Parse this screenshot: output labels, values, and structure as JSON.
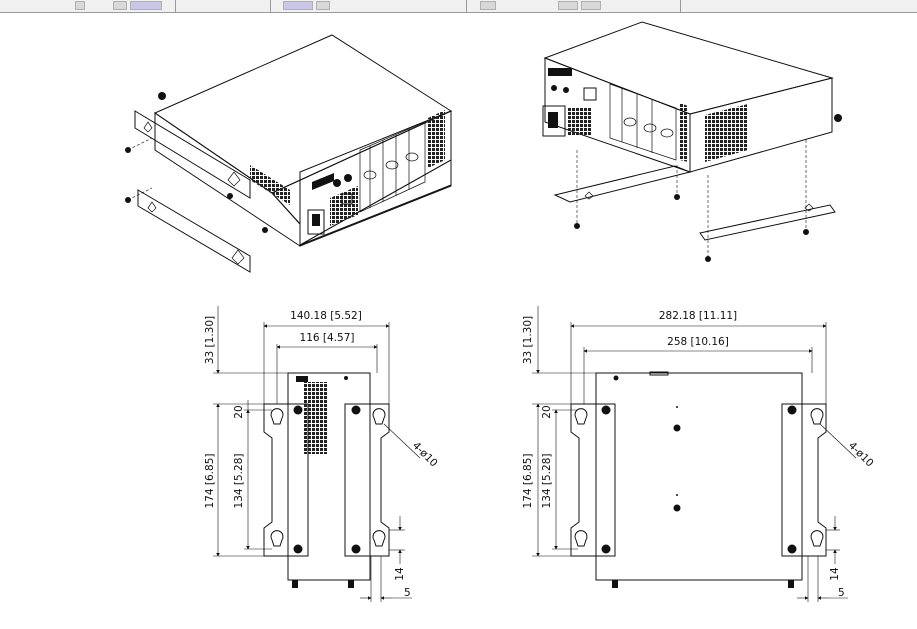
{
  "toolbar": {
    "icon": "toolbar-strip"
  },
  "front_view": {
    "width_outer": "140.18 [5.52]",
    "width_inner": "116 [4.57]",
    "top_offset": "33 [1.30]",
    "height_outer": "174 [6.85]",
    "height_inner": "134 [5.28]",
    "hole_offset": "20",
    "hole_spec": "4-ø10",
    "slot_height": "14",
    "slot_width": "5"
  },
  "side_view": {
    "width_outer": "282.18 [11.11]",
    "width_inner": "258 [10.16]",
    "top_offset": "33 [1.30]",
    "height_outer": "174 [6.85]",
    "height_inner": "134 [5.28]",
    "hole_offset": "20",
    "hole_spec": "4-ø10",
    "slot_height": "14",
    "slot_width": "5"
  }
}
